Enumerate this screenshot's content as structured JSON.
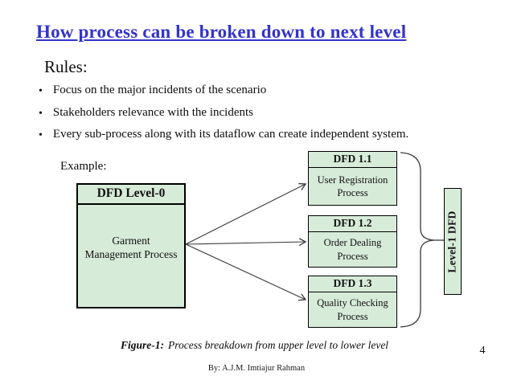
{
  "slide": {
    "title": "How process can be broken down to next level",
    "rules": {
      "heading": "Rules:",
      "bullets": [
        "Focus on the major incidents of the scenario",
        "Stakeholders relevance with the incidents",
        "Every sub-process along with its dataflow can create independent system."
      ]
    },
    "example_label": "Example:",
    "caption": {
      "prefix": "Figure-1:",
      "text": "Process breakdown from upper level to lower level"
    },
    "page_number": "4",
    "footer": "By: A.J.M. Imtiajur Rahman"
  },
  "diagram": {
    "level0": {
      "header": "DFD Level-0",
      "body_lines": [
        "Garment",
        "Management Process"
      ]
    },
    "subprocesses": [
      {
        "header": "DFD 1.1",
        "body_lines": [
          "User Registration",
          "Process"
        ]
      },
      {
        "header": "DFD 1.2",
        "body_lines": [
          "Order Dealing",
          "Process"
        ]
      },
      {
        "header": "DFD 1.3",
        "body_lines": [
          "Quality Checking",
          "Process"
        ]
      }
    ],
    "level1_label": "Level-1 DFD"
  },
  "colors": {
    "title": "#3333cc",
    "box_fill": "#d7ebd9",
    "box_border": "#000000",
    "connector": "#3a3a3a"
  }
}
